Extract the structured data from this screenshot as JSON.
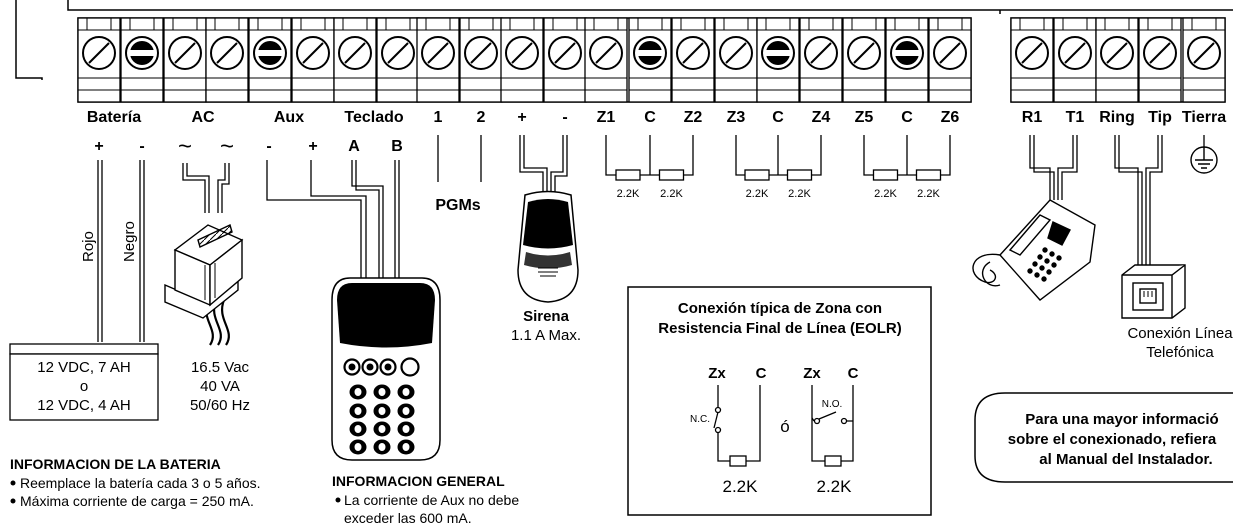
{
  "terminal_labels": {
    "bateria": "Batería",
    "ac": "AC",
    "aux": "Aux",
    "teclado": "Teclado",
    "pgm1": "1",
    "pgm2": "2",
    "sir_pos": "+",
    "sir_neg": "-",
    "z1": "Z1",
    "c1": "C",
    "z2": "Z2",
    "z3": "Z3",
    "c2": "C",
    "z4": "Z4",
    "z5": "Z5",
    "c3": "C",
    "z6": "Z6",
    "r1": "R1",
    "t1": "T1",
    "ring": "Ring",
    "tip": "Tip",
    "tierra": "Tierra"
  },
  "polarity": {
    "bat_pos": "+",
    "bat_neg": "-",
    "ac1": "~",
    "ac2": "~",
    "aux_neg": "-",
    "aux_pos": "+",
    "kp_a": "A",
    "kp_b": "B"
  },
  "wires": {
    "rojo": "Rojo",
    "negro": "Negro"
  },
  "battery": {
    "line1": "12 VDC, 7 AH",
    "line2": "o",
    "line3": "12 VDC, 4 AH"
  },
  "transformer": {
    "line1": "16.5 Vac",
    "line2": "40 VA",
    "line3": "50/60 Hz"
  },
  "pgms": "PGMs",
  "siren": {
    "name": "Sirena",
    "rating": "1.1  A Max."
  },
  "resistors": [
    "2.2K",
    "2.2K",
    "2.2K",
    "2.2K",
    "2.2K",
    "2.2K"
  ],
  "eolr_box": {
    "title1": "Conexión típica de Zona con",
    "title2": "Resistencia Final de Línea (EOLR)",
    "zx1": "Zx",
    "c1": "C",
    "zx2": "Zx",
    "c2": "C",
    "nc": "N.C.",
    "no": "N.O.",
    "or": "ó",
    "r1": "2.2K",
    "r2": "2.2K"
  },
  "phone_line": {
    "line1": "Conexión Línea",
    "line2": "Telefónica"
  },
  "info_box": {
    "line1": "Para una mayor informació",
    "line2": "sobre el conexionado, refiera",
    "line3": "al Manual del Instalador."
  },
  "battery_info": {
    "title": "INFORMACION DE LA BATERIA",
    "items": [
      "Reemplace la batería cada 3 o 5 años.",
      "Máxima corriente de carga = 250 mA."
    ]
  },
  "general_info": {
    "title": "INFORMACION GENERAL",
    "items": [
      "La corriente de Aux no debe",
      "exceder  las 600 mA."
    ]
  }
}
